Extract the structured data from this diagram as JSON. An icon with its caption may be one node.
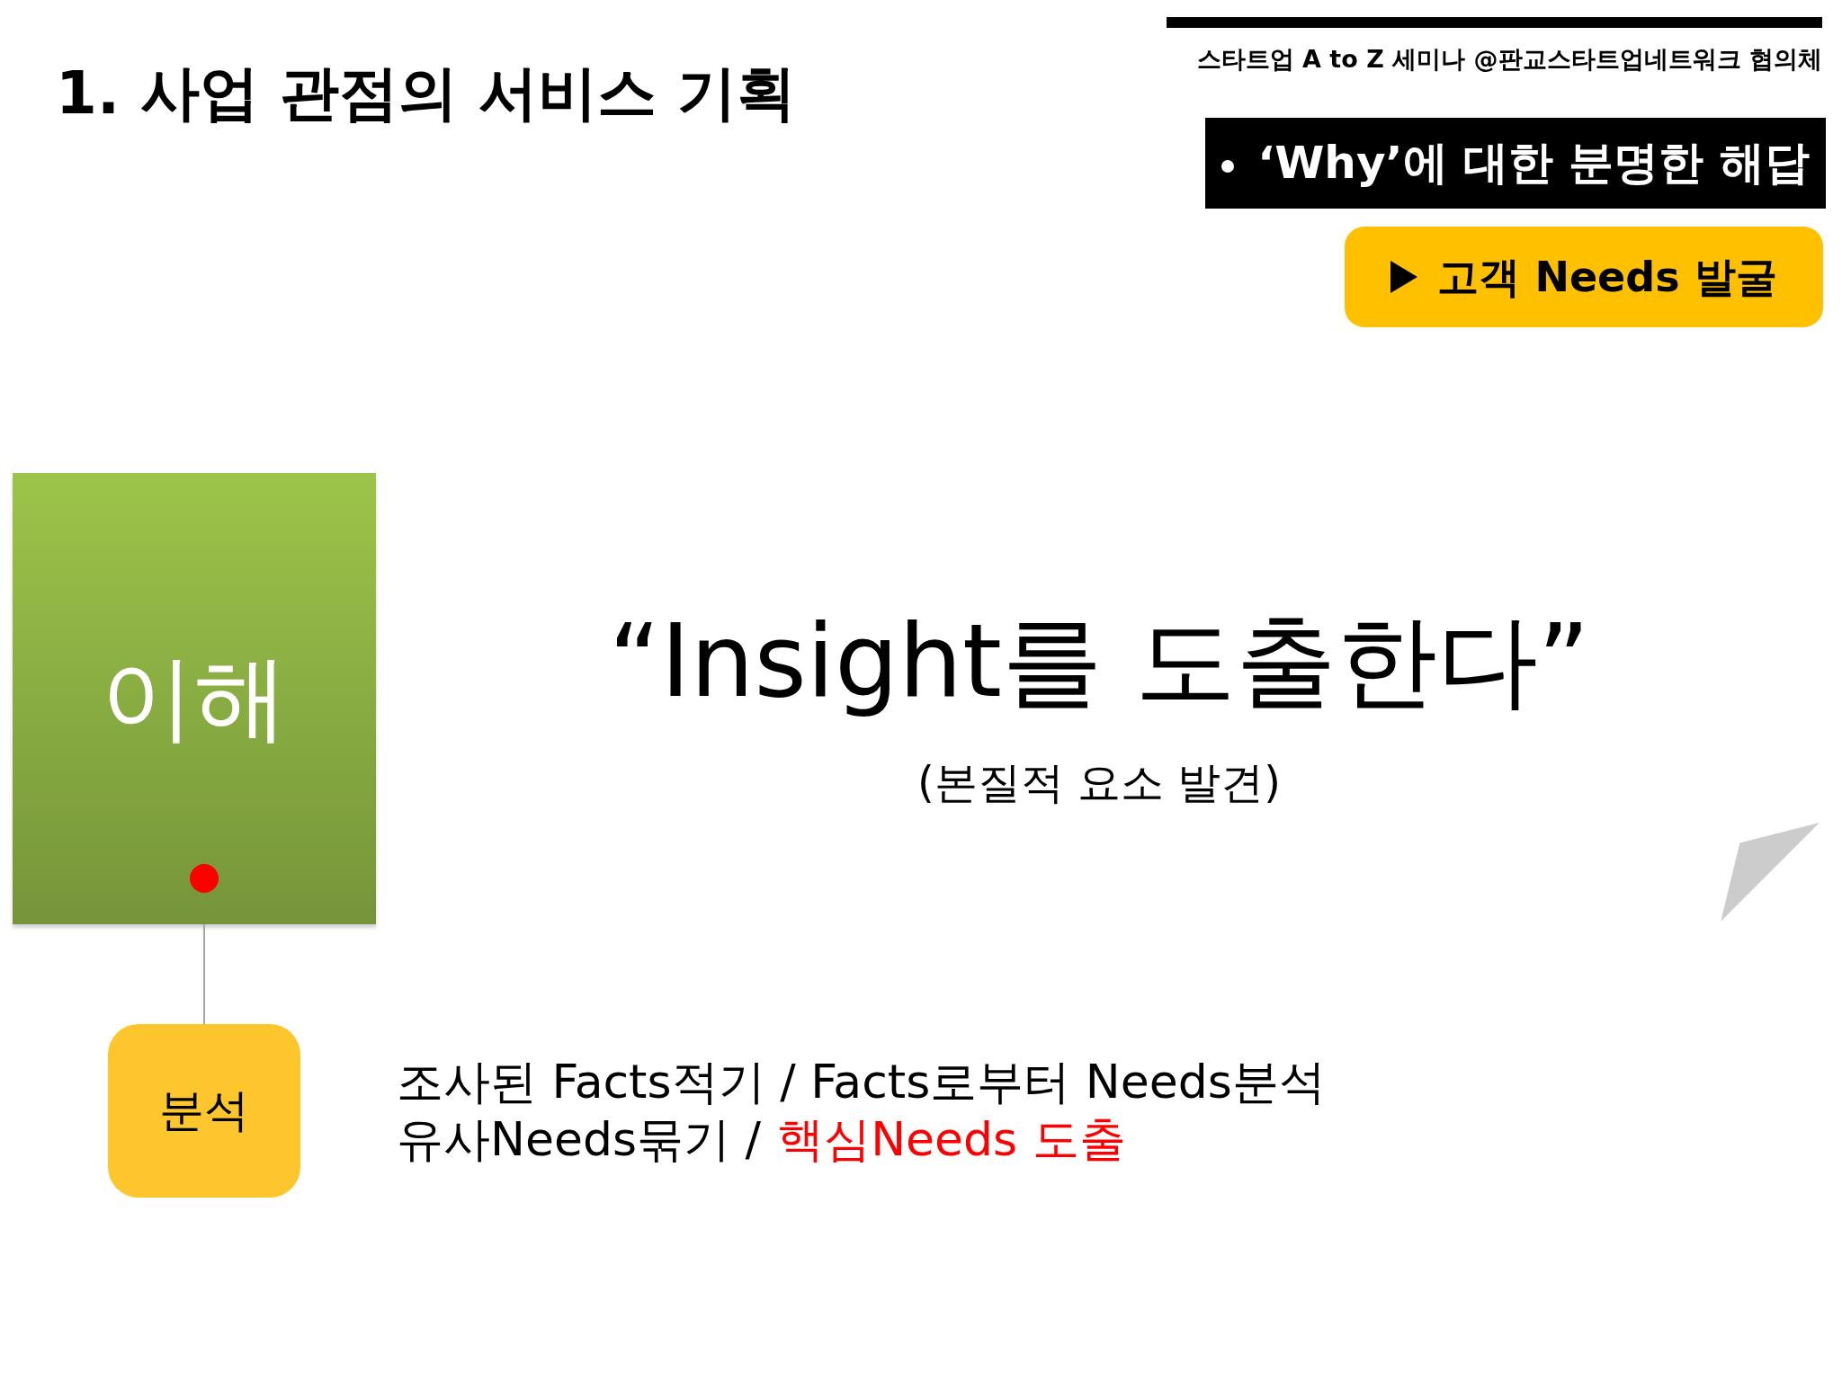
{
  "diagram": {
    "title": "1. 사업 관점의 서비스 기획",
    "nodes": [
      {
        "text": [
          "‘Why’에 대한 분명한 해답"
        ]
      },
      {
        "text": [
          "고객 Needs 발굴"
        ]
      },
      {
        "text": [
          "이해"
        ]
      },
      {
        "text": [
          "분석"
        ]
      },
      {
        "text": [],
        "shape": "triangle"
      }
    ],
    "edges": [
      {
        "from": 2,
        "to": 3,
        "arrow": "other"
      }
    ],
    "labels": [
      "스타트업 A to Z 세미나 @판교스타트업네트워크 협의체",
      "“Insight를 도출한다”",
      "(본질적 요소 발견)",
      "조사된 Facts적기 / Facts로부터 Needs분석",
      "유사Needs묶기 /",
      "핵심Needs 도출"
    ]
  }
}
